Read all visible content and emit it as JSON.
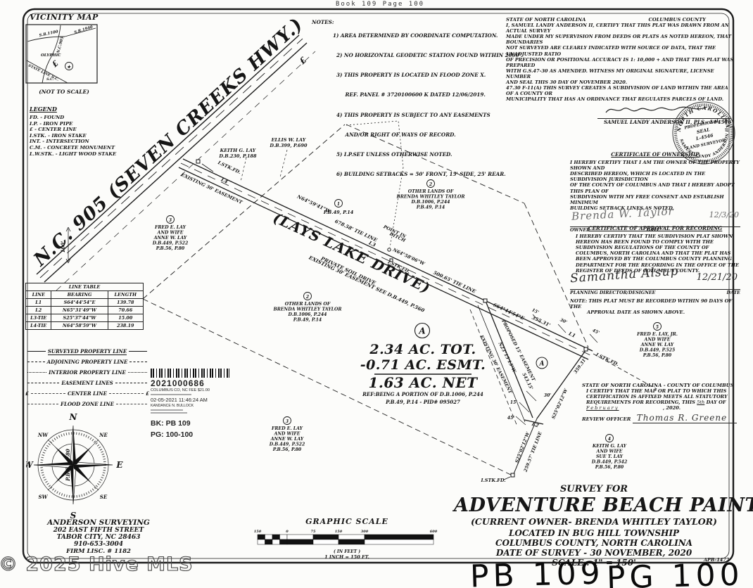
{
  "page": {
    "book_header": "Book 109 Page 100",
    "watermark": "© 2025 Hive MLS",
    "pb": "PB 109",
    "pg": "PG 100",
    "sheet_no": "APB-1477"
  },
  "vicinity": {
    "title": "VICINITY MAP",
    "not_to_scale": "(NOT TO SCALE)",
    "sr1100": "S.R.1100",
    "sr1940": "S.R.1940",
    "nc905": "N.C.905",
    "olyphic": "OLYPHIC",
    "state_line": "STATE LINE N.C.",
    "sc": "S.C.",
    "site_mark": "★"
  },
  "legend": {
    "title": "LEGEND",
    "items": [
      "FD. - FOUND",
      "I.P. - IRON PIPE",
      "£ - CENTER LINE",
      "I.STK. - IRON STAKE",
      "INT. - INTERSECTION",
      "C.M. - CONCRETE MONUMENT",
      "L.W.STK. - LIGHT WOOD STAKE"
    ]
  },
  "notes": {
    "label": "NOTES:",
    "items": [
      "1) AREA DETERMINED BY COORDINATE COMPUTATION.",
      "  2) NO HORIZONTAL GEODETIC STATION FOUND WITHIN 2000'.",
      "  3) THIS PROPERTY IS LOCATED IN FLOOD ZONE X.",
      "       REF. PANEL # 3720100600 K DATED 12/06/2019.",
      "  4) THIS PROPERTY IS SUBJECT TO ANY EASEMENTS",
      "       AND/OR RIGHT OF WAYS OF RECORD.",
      "  5) I.P.SET UNLESS OTHERWISE NOTED.",
      "  6) BUILDING SETBACKS = 50' FRONT, 15' SIDE, 25' REAR."
    ]
  },
  "surveyor_cert": {
    "state": "STATE OF NORTH CAROLINA",
    "county": "COLUMBUS COUNTY",
    "lines": [
      "I, SAMUEL LANDY ANDERSON II, CERTIFY THAT THIS PLAT WAS DRAWN FROM AN ACTUAL SURVEY",
      "MADE UNDER MY SUPERVISION FROM DEEDS OR PLATS AS NOTED HEREON, THAT BOUNDARIES",
      "NOT SURVEYED ARE CLEARLY INDICATED WITH SOURCE OF DATA, THAT THE UNADJUSTED RATIO",
      "OF PRECISION OR POSITIONAL ACCURACY IS 1:  10,000  + AND THAT THIS PLAT WAS PREPARED",
      "WITH G.S.47-30 AS AMENDED. WITNESS MY ORIGINAL SIGNATURE, LICENSE NUMBER",
      "AND SEAL THIS   30      DAY OF   NOVEMBER    2020.",
      "47.30 F-11(A) THIS SURVEY CREATES A SUBDIVISION OF LAND WITHIN THE AREA OF A COUNTY OR",
      "MUNICIPALITY THAT HAS AN ORDINANCE THAT REGULATES PARCELS OF LAND."
    ],
    "signer": "SAMUEL LANDY ANDERSON II, PLS - L#4546"
  },
  "seal": {
    "arc_top": "NORTH CAROLINA",
    "arc_bottom": "SAMUEL LANDY ANDERSON II",
    "l1": "PROFESSIONAL",
    "l2": "SEAL",
    "l3": "L-4546",
    "l4": "LAND SURVEYOR"
  },
  "ownership": {
    "title": "CERTIFICATE OF OWNERSHIP",
    "lines": [
      "I HEREBY CERTIFY THAT I AM THE OWNER OF THE PROPERTY SHOWN AND",
      "DESCRIBED HEREON, WHICH IS LOCATED IN THE SUBDIVISION JURISDICTION",
      "OF THE COUNTY OF COLUMBUS AND THAT I HEREBY ADOPT THIS PLAN OF",
      "SUBDIVISION WITH MY FREE CONSENT AND ESTABLISH MINIMUM",
      "BUILDING SETBACK LINES AS NOTED."
    ],
    "signature": "Brenda W. Taylor",
    "sig_date": "12/3/20",
    "owner_label": "OWNER",
    "date_label": "DATE"
  },
  "recording": {
    "title": "CERTIFICATE OF APPROVAL FOR RECORDING",
    "lines": [
      "I HEREBY CERTIFY THAT THE SUBDIVISION PLAT SHOWN",
      "HEREON HAS BEEN FOUND TO COMPLY WITH THE",
      "SUBDIVISION REGULATIONS OF THE COUNTY OF",
      "COLUMBUS, NORTH CAROLINA AND THAT THE PLAT HAS",
      "BEEN APPROVED BY THE COLUMBUS COUNTY PLANNING",
      "DEPARTMENT FOR THE RECORDING IN THE OFFICE OF THE",
      "REGISTER OF DEEDS OF COLUMBUS COUNTY."
    ],
    "signature": "Samantha Alsup",
    "sig_date": "12/21/20",
    "role_label": "PLANNING DIRECTOR/DESIGNEE",
    "date_label": "DATE",
    "note1": "NOTE: THIS PLAT MUST BE RECORDED WITHIN 90 DAYS OF THE",
    "note2": "APPROVAL DATE AS SHOWN ABOVE."
  },
  "review": {
    "l1": "STATE OF NORTH CAROLINA - COUNTY OF COLUMBUS",
    "l2": "I CERTIFY THAT THE MAP OR PLAT TO WHICH THIS",
    "l3": "CERTIFICATION IS AFFIXED MEETS ALL STATUTORY",
    "l4a": "REQUIREMENTS FOR RECORDING, THIS ",
    "l4b": "5th",
    "l4c": " DAY OF",
    "l5a": "February",
    "l5b": ", 2020.",
    "officer_label": "REVIEW OFFICER",
    "officer_name": "Thomas R. Greene"
  },
  "line_table": {
    "title": "LINE TABLE",
    "headers": [
      "LINE",
      "BEARING",
      "LENGTH"
    ],
    "rows": [
      [
        "L1",
        "S64°44'54\"E",
        "139.78"
      ],
      [
        "L2",
        "N65°31'49\"W",
        "70.66"
      ],
      [
        "L3-TIE",
        "S25°37'44\"W",
        "15.00"
      ],
      [
        "L4-TIE",
        "N64°58'59\"W",
        "238.19"
      ]
    ]
  },
  "line_legend": {
    "cl_symbol": "£",
    "items": [
      "SURVEYED PROPERTY LINE",
      "ADJOINING PROPERTY LINE",
      "INTERIOR PROPERTY LINE",
      "EASEMENT LINES",
      "CENTER LINE",
      "FLOOD ZONE LINE"
    ]
  },
  "stamp": {
    "number": "2021000686",
    "fee": "COLUMBUS CO, NC FEE $21.00",
    "datetime": "02-05-2021 11:46:24 AM",
    "clerk": "KANDANCE N. BULLOCK",
    "bk": "BK: PB 109",
    "pg": "PG: 100-100"
  },
  "compass": {
    "n": "N",
    "s": "S",
    "e": "E",
    "w": "W",
    "ne": "NE",
    "nw": "NW",
    "se": "SE",
    "sw": "SW",
    "overlay": "P.B.56, P.80"
  },
  "firm": {
    "name": "ANDERSON SURVEYING",
    "addr1": "202 EAST FIFTH STREET",
    "addr2": "TABOR CITY, NC 28463",
    "phone": "910-653-3004",
    "lic": "FIRM LISC. # 1182"
  },
  "scalebar": {
    "title": "GRAPHIC SCALE",
    "ticks": [
      "150",
      "0",
      "75",
      "150",
      "300",
      "600"
    ],
    "unit": "( IN FEET )",
    "ratio": "1 INCH = 150 FT."
  },
  "title_block": {
    "survey_for": "SURVEY FOR",
    "name": "ADVENTURE BEACH PAINTBALL",
    "owner": "(CURRENT OWNER- BRENDA WHITLEY TAYLOR)",
    "township": "LOCATED IN BUG HILL TOWNSHIP",
    "county": "COLUMBUS COUNTY, NORTH CAROLINA",
    "date": "DATE OF SURVEY - 30 NOVEMBER, 2020",
    "scale": "SCALE : 1\" = 150'"
  },
  "map": {
    "hwy": "N.C. 905 (SEVEN CREEKS HWY.)",
    "cl": "£",
    "lays": "(LAYS LAKE DRIVE)",
    "private": "PRIVATE SOIL DRIVE",
    "esmt_db": "EXISTING 30' EASEMENT SEE D.B.449, P.560",
    "esmt30": "EXISTING 30' EASEMENT",
    "prop15": "PROPOSED 15' EASEMENT",
    "b1": "N64°59'41\"W",
    "tie678": "678.58' TIE LINE",
    "l1": "L1",
    "l2": "L2",
    "l3": "L3",
    "l4": "L4",
    "pid1": "POINT IN",
    "pid2": "DITCH",
    "b2": "N64°58'06\"W",
    "tie500": "500.65' TIE LINE",
    "b3": "S64°44'54\"E",
    "d355": "355.31'",
    "b4": "N23°15'13\"W",
    "d543": "543.15'",
    "b5": "S25°02'12\"W",
    "d359": "359.31'",
    "tie259": "259.57' TIE LINE",
    "istk": "I.STK.FD.",
    "dim15": "15'",
    "dim30": "30'",
    "dim45": "45'",
    "dim100": "100'",
    "circA": "A",
    "area1": "2.34 AC. TOT.",
    "area2": "-0.71 AC. ESMT.",
    "area3": "1.63 AC. NET",
    "ref1": "REF:BEING A PORTION OF D.B.1006, P.244",
    "ref2": "P.B.49, P.14 - PID# 095027",
    "keith1": "KEITH G. LAY",
    "keith2": "D.B.230, P.188",
    "ellis1": "ELLIS W. LAY",
    "ellis2": "D.B.399, P.690",
    "parcels": [
      {
        "n": "1",
        "l": [
          "P.B.49, P.14"
        ]
      },
      {
        "n": "2",
        "l": [
          "OTHER LANDS OF",
          "BRENDA WHITLEY TAYLOR",
          "D.B.1006, P.244",
          "P.B.49, P.14"
        ]
      },
      {
        "n": "3",
        "l": [
          "FRED E. LAY",
          "AND WIFE",
          "ANNE W. LAY",
          "D.B.449, P.522",
          "P.B.56, P.80"
        ]
      },
      {
        "n": "4",
        "l": [
          "KEITH G. LAY",
          "AND WIFE",
          "SUE T. LAY",
          "D.B.449, P.542",
          "P.B.56, P.80"
        ]
      },
      {
        "n": "5",
        "l": [
          "FRED E. LAY, JR.",
          "AND WIFE",
          "ANNE W. LAY",
          "D.B.449, P.525",
          "P.B.56, P.80"
        ]
      }
    ]
  }
}
